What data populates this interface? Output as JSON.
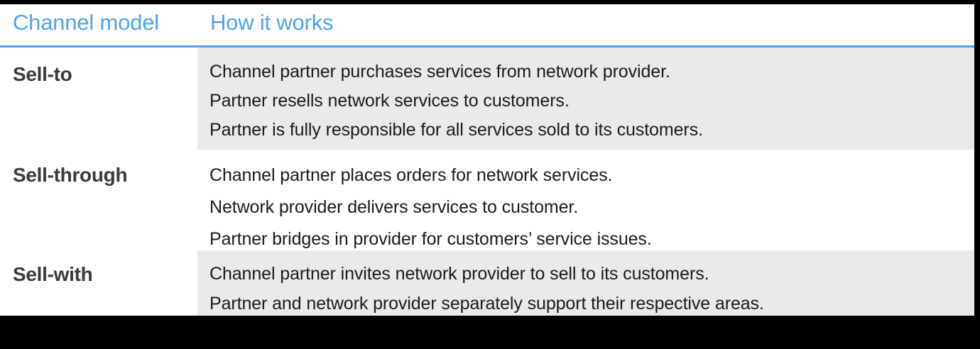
{
  "colors": {
    "accent_blue": "#4da3ef",
    "rule_blue": "#4da3ef",
    "row_shade": "#eaeaea",
    "row_plain": "#ffffff",
    "label_text": "#3a3a3a",
    "body_text": "#1a1a1a",
    "frame": "#000000"
  },
  "table": {
    "columns": [
      {
        "label": "Channel model"
      },
      {
        "label": "How it works"
      }
    ],
    "rows": [
      {
        "model": "Sell-to",
        "shaded": true,
        "lines": [
          "Channel partner purchases services from network provider.",
          "Partner resells network services to customers.",
          "Partner is fully responsible for all services sold to its customers."
        ]
      },
      {
        "model": "Sell-through",
        "shaded": false,
        "lines": [
          "Channel partner places orders for network services.",
          "Network provider delivers services to customer.",
          "Partner bridges in provider for customers’ service issues."
        ]
      },
      {
        "model": "Sell-with",
        "shaded": true,
        "lines": [
          "Channel partner invites network provider to sell to its customers.",
          "Partner and network provider separately support their respective areas."
        ]
      }
    ]
  }
}
